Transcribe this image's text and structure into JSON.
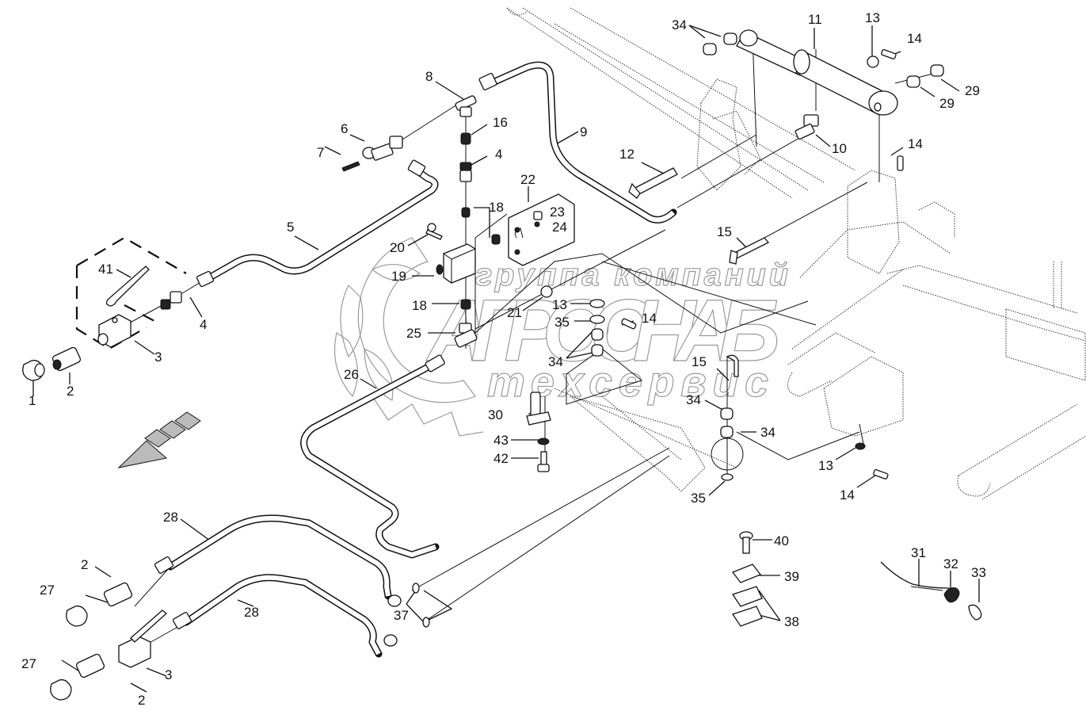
{
  "diagram": {
    "type": "exploded-parts-diagram",
    "watermark": {
      "line1": "группа компаний",
      "line2": "АГРОСНАБ",
      "line3": "техсервис"
    },
    "callouts": [
      {
        "id": "c1",
        "label": "1",
        "part": "dust-cap"
      },
      {
        "id": "c2a",
        "label": "2",
        "part": "quick-coupler"
      },
      {
        "id": "c3a",
        "label": "3",
        "part": "ball-valve"
      },
      {
        "id": "c4a",
        "label": "4",
        "part": "adapter-nut"
      },
      {
        "id": "c41",
        "label": "41",
        "part": "valve-handle"
      },
      {
        "id": "c5",
        "label": "5",
        "part": "hydraulic-pipe"
      },
      {
        "id": "c6",
        "label": "6",
        "part": "tee-fitting"
      },
      {
        "id": "c7",
        "label": "7",
        "part": "screw"
      },
      {
        "id": "c8",
        "label": "8",
        "part": "elbow-tee"
      },
      {
        "id": "c16",
        "label": "16",
        "part": "nipple"
      },
      {
        "id": "c4b",
        "label": "4",
        "part": "adapter-nut"
      },
      {
        "id": "c9",
        "label": "9",
        "part": "hydraulic-pipe"
      },
      {
        "id": "c22",
        "label": "22",
        "part": "bracket-plate"
      },
      {
        "id": "c23",
        "label": "23",
        "part": "nut"
      },
      {
        "id": "c24",
        "label": "24",
        "part": "washer"
      },
      {
        "id": "c18a",
        "label": "18",
        "part": "nipple"
      },
      {
        "id": "c20",
        "label": "20",
        "part": "bolt"
      },
      {
        "id": "c19",
        "label": "19",
        "part": "distributor-block"
      },
      {
        "id": "c21",
        "label": "21",
        "part": "plug"
      },
      {
        "id": "c18b",
        "label": "18",
        "part": "nipple"
      },
      {
        "id": "c25",
        "label": "25",
        "part": "tee"
      },
      {
        "id": "c26",
        "label": "26",
        "part": "hose"
      },
      {
        "id": "c12",
        "label": "12",
        "part": "pin"
      },
      {
        "id": "c10",
        "label": "10",
        "part": "elbow-fitting"
      },
      {
        "id": "c11",
        "label": "11",
        "part": "hydraulic-cylinder"
      },
      {
        "id": "c34a",
        "label": "34",
        "part": "bushing"
      },
      {
        "id": "c13a",
        "label": "13",
        "part": "ring"
      },
      {
        "id": "c14a",
        "label": "14",
        "part": "roll-pin"
      },
      {
        "id": "c29a",
        "label": "29",
        "part": "bushing"
      },
      {
        "id": "c29b",
        "label": "29",
        "part": "bushing"
      },
      {
        "id": "c14b",
        "label": "14",
        "part": "roll-pin"
      },
      {
        "id": "c15a",
        "label": "15",
        "part": "pin"
      },
      {
        "id": "c13b",
        "label": "13",
        "part": "ring"
      },
      {
        "id": "c35a",
        "label": "35",
        "part": "washer"
      },
      {
        "id": "c14c",
        "label": "14",
        "part": "roll-pin"
      },
      {
        "id": "c34b",
        "label": "34",
        "part": "bushing"
      },
      {
        "id": "c15b",
        "label": "15",
        "part": "pin"
      },
      {
        "id": "c34c",
        "label": "34",
        "part": "bushing"
      },
      {
        "id": "c34d",
        "label": "34",
        "part": "bushing"
      },
      {
        "id": "c30",
        "label": "30",
        "part": "pin-with-plate"
      },
      {
        "id": "c43",
        "label": "43",
        "part": "washer"
      },
      {
        "id": "c42",
        "label": "42",
        "part": "bolt"
      },
      {
        "id": "c13c",
        "label": "13",
        "part": "ring"
      },
      {
        "id": "c35b",
        "label": "35",
        "part": "washer"
      },
      {
        "id": "c14d",
        "label": "14",
        "part": "roll-pin"
      },
      {
        "id": "c28a",
        "label": "28",
        "part": "hose"
      },
      {
        "id": "c28b",
        "label": "28",
        "part": "hose"
      },
      {
        "id": "c2b",
        "label": "2",
        "part": "quick-coupler"
      },
      {
        "id": "c27a",
        "label": "27",
        "part": "dust-cap"
      },
      {
        "id": "c27b",
        "label": "27",
        "part": "dust-cap"
      },
      {
        "id": "c3b",
        "label": "3",
        "part": "ball-valve"
      },
      {
        "id": "c2c",
        "label": "2",
        "part": "quick-coupler"
      },
      {
        "id": "c37",
        "label": "37",
        "part": "seal-ring"
      },
      {
        "id": "c40",
        "label": "40",
        "part": "bolt"
      },
      {
        "id": "c39",
        "label": "39",
        "part": "clamp-plate"
      },
      {
        "id": "c38",
        "label": "38",
        "part": "pipe-clamp"
      },
      {
        "id": "c31",
        "label": "31",
        "part": "cable"
      },
      {
        "id": "c32",
        "label": "32",
        "part": "clip"
      },
      {
        "id": "c33",
        "label": "33",
        "part": "cap"
      }
    ],
    "direction_arrow": "forward-direction-arrow"
  }
}
